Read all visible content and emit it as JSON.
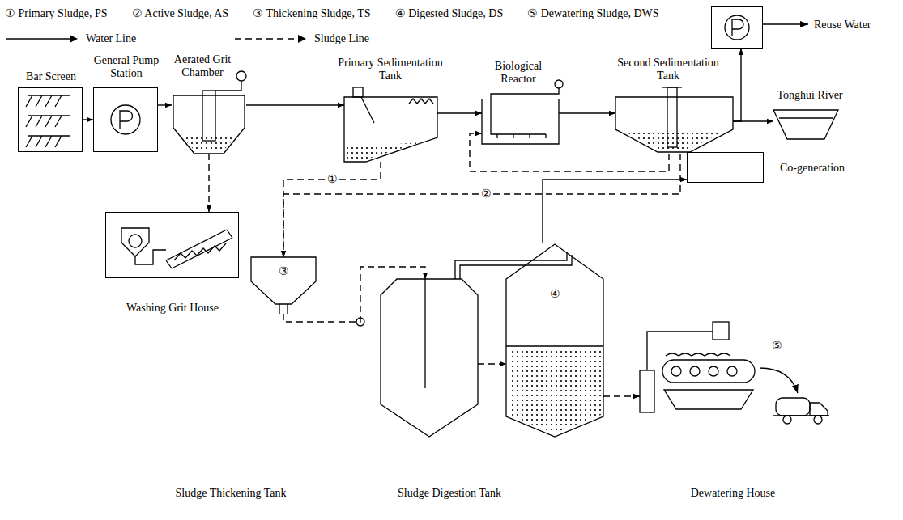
{
  "diagram": {
    "nodes": [
      {
        "text": [
          "Bar Screen"
        ]
      },
      {
        "text": [
          "General Pump Station"
        ]
      },
      {
        "text": [
          "Aerated Grit Chamber"
        ]
      },
      {
        "text": [
          "Primary Sedimentation Tank"
        ]
      },
      {
        "text": [
          "Biological Reactor"
        ]
      },
      {
        "text": [
          "Second Sedimentation Tank"
        ]
      },
      {
        "text": [
          "Reuse Water"
        ]
      },
      {
        "text": [
          "Tonghui River"
        ]
      },
      {
        "text": [
          "Washing Grit House"
        ]
      },
      {
        "text": [
          "Co-generation"
        ]
      },
      {
        "text": [
          "③",
          "Sludge Thickening Tank"
        ]
      },
      {
        "text": [
          "Sludge Digestion Tank"
        ]
      },
      {
        "text": [
          "④"
        ]
      },
      {
        "text": [
          "Dewatering House"
        ]
      }
    ],
    "edges": [
      {
        "from": 0,
        "to": 1,
        "arrow": "to"
      },
      {
        "from": 1,
        "to": 2,
        "arrow": "to"
      },
      {
        "from": 2,
        "to": 3,
        "arrow": "to"
      },
      {
        "from": 3,
        "to": 4,
        "arrow": "to"
      },
      {
        "from": 4,
        "to": 5,
        "arrow": "to"
      },
      {
        "from": 5,
        "to": 6,
        "arrow": "to"
      },
      {
        "from": 5,
        "to": 7,
        "arrow": "to"
      },
      {
        "from": 2,
        "to": 8,
        "arrow": "to"
      },
      {
        "from": 3,
        "to": 10,
        "label": "①",
        "arrow": "to"
      },
      {
        "from": 5,
        "to": 10,
        "label": "②",
        "arrow": "to"
      },
      {
        "from": 5,
        "to": 4,
        "arrow": "to"
      },
      {
        "from": 10,
        "to": 11,
        "arrow": "to"
      },
      {
        "from": 11,
        "to": 12,
        "arrow": "to"
      },
      {
        "from": 12,
        "to": 9,
        "arrow": "to"
      },
      {
        "from": 12,
        "to": 13,
        "arrow": "to"
      }
    ],
    "labels": [
      "⑤"
    ],
    "legend": [
      {
        "text": "① Primary Sludge, PS"
      },
      {
        "text": "② Active Sludge, AS"
      },
      {
        "text": "③ Thickening Sludge, TS"
      },
      {
        "text": "④ Digested Sludge, DS"
      },
      {
        "text": "⑤ Dewatering Sludge, DWS"
      },
      {
        "text": "Water Line"
      },
      {
        "text": "Sludge Line"
      }
    ]
  }
}
